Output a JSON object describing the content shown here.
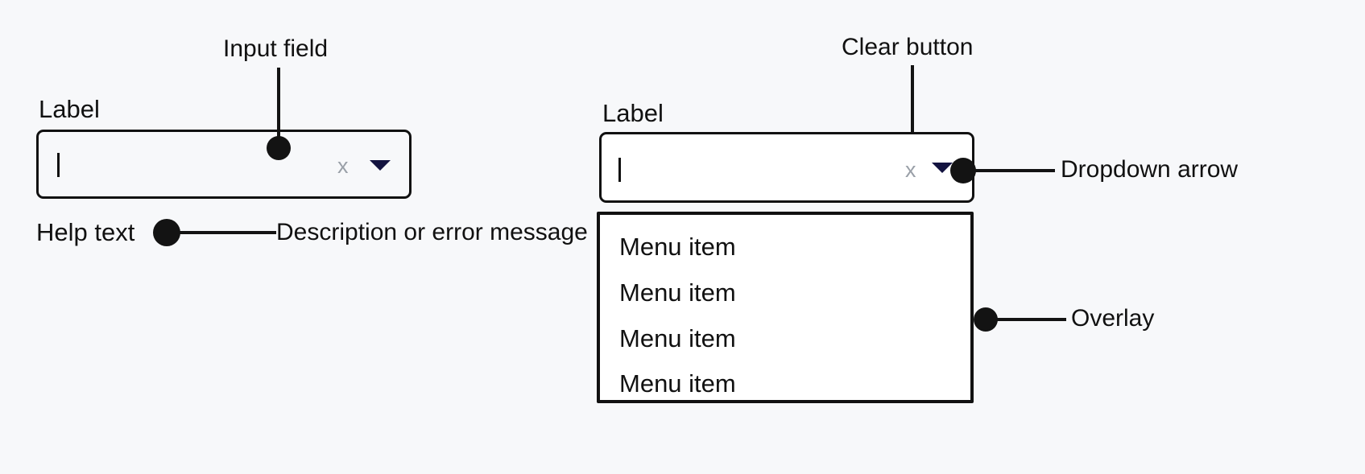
{
  "page": {
    "background_color": "#f7f8fa",
    "ink_color": "#111111"
  },
  "left_example": {
    "field_label": "Label",
    "input_value": "",
    "caret_visible": true,
    "clear_button_glyph": "x",
    "clear_button_color": "#9aa0a8",
    "dropdown_arrow_glyph": "▼",
    "dropdown_arrow_color": "#131340",
    "help_text": "Help text",
    "annotations": [
      {
        "name": "input-field",
        "label": "Input field"
      },
      {
        "name": "help-text-description",
        "label": "Description or error message"
      }
    ]
  },
  "right_example": {
    "field_label": "Label",
    "input_value": "",
    "caret_visible": true,
    "clear_button_glyph": "x",
    "clear_button_color": "#9aa0a8",
    "dropdown_arrow_glyph": "▼",
    "dropdown_arrow_color": "#131340",
    "annotations": [
      {
        "name": "clear-button",
        "label": "Clear button"
      },
      {
        "name": "dropdown-arrow",
        "label": "Dropdown arrow"
      },
      {
        "name": "overlay",
        "label": "Overlay"
      }
    ],
    "menu": {
      "items": [
        {
          "label": "Menu item"
        },
        {
          "label": "Menu item"
        },
        {
          "label": "Menu item"
        },
        {
          "label": "Menu item"
        }
      ]
    }
  }
}
